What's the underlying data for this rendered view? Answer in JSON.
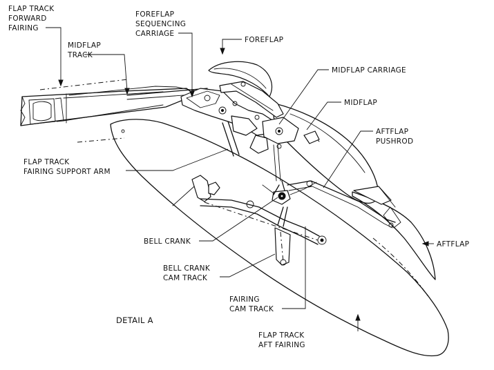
{
  "labels": {
    "flap_track_forward_fairing": [
      "FLAP TRACK",
      "FORWARD",
      "FAIRING"
    ],
    "midflap_track": [
      "MIDFLAP",
      "TRACK"
    ],
    "foreflap_sequencing_carriage": [
      "FOREFLAP",
      "SEQUENCING",
      "CARRIAGE"
    ],
    "foreflap": "FOREFLAP",
    "midflap_carriage": "MIDFLAP  CARRIAGE",
    "midflap": "MIDFLAP",
    "aftflap_pushrod": [
      "AFTFLAP",
      "PUSHROD"
    ],
    "flap_track_fairing_support_arm": [
      "FLAP TRACK",
      "FAIRING SUPPORT ARM"
    ],
    "bell_crank": "BELL CRANK",
    "bell_crank_cam_track": [
      "BELL CRANK",
      "CAM TRACK"
    ],
    "fairing_cam_track": [
      "FAIRING",
      "CAM TRACK"
    ],
    "aftflap": "AFTFLAP",
    "detail_a": "DETAIL A",
    "flap_track_aft_fairing": [
      "FLAP TRACK",
      "AFT FAIRING"
    ]
  }
}
